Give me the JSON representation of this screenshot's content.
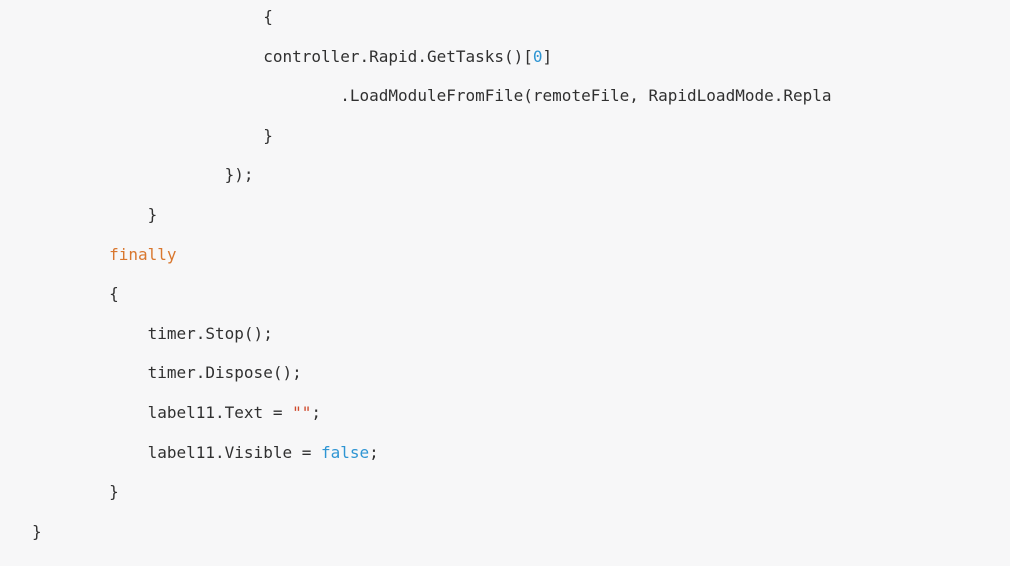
{
  "window": {
    "background": "#f7f7f8"
  },
  "code_block": {
    "language": "csharp",
    "colors": {
      "background": "#f7f7f8",
      "plain": "#303030",
      "keyword": "#d9772e",
      "number": "#2e95d3",
      "boolean": "#2e95d3",
      "string": "#cf4a2c"
    },
    "lines": [
      {
        "indent": 24,
        "tokens": [
          {
            "type": "plain",
            "text": "{"
          }
        ]
      },
      {
        "indent": 24,
        "tokens": [
          {
            "type": "plain",
            "text": "controller.Rapid.GetTasks()["
          },
          {
            "type": "number",
            "text": "0"
          },
          {
            "type": "plain",
            "text": "]"
          }
        ]
      },
      {
        "indent": 32,
        "tokens": [
          {
            "type": "plain",
            "text": ".LoadModuleFromFile(remoteFile, RapidLoadMode.Repla"
          }
        ]
      },
      {
        "indent": 24,
        "tokens": [
          {
            "type": "plain",
            "text": "}"
          }
        ]
      },
      {
        "indent": 20,
        "tokens": [
          {
            "type": "plain",
            "text": "});"
          }
        ]
      },
      {
        "indent": 12,
        "tokens": [
          {
            "type": "plain",
            "text": "}"
          }
        ]
      },
      {
        "indent": 8,
        "tokens": [
          {
            "type": "keyword",
            "text": "finally"
          }
        ]
      },
      {
        "indent": 8,
        "tokens": [
          {
            "type": "plain",
            "text": "{"
          }
        ]
      },
      {
        "indent": 12,
        "tokens": [
          {
            "type": "plain",
            "text": "timer.Stop();"
          }
        ]
      },
      {
        "indent": 12,
        "tokens": [
          {
            "type": "plain",
            "text": "timer.Dispose();"
          }
        ]
      },
      {
        "indent": 12,
        "tokens": [
          {
            "type": "plain",
            "text": "label11.Text = "
          },
          {
            "type": "string",
            "text": "\"\""
          },
          {
            "type": "plain",
            "text": ";"
          }
        ]
      },
      {
        "indent": 12,
        "tokens": [
          {
            "type": "plain",
            "text": "label11.Visible = "
          },
          {
            "type": "boolean",
            "text": "false"
          },
          {
            "type": "plain",
            "text": ";"
          }
        ]
      },
      {
        "indent": 8,
        "tokens": [
          {
            "type": "plain",
            "text": "}"
          }
        ]
      },
      {
        "indent": 0,
        "tokens": [
          {
            "type": "plain",
            "text": "}"
          }
        ]
      }
    ]
  }
}
